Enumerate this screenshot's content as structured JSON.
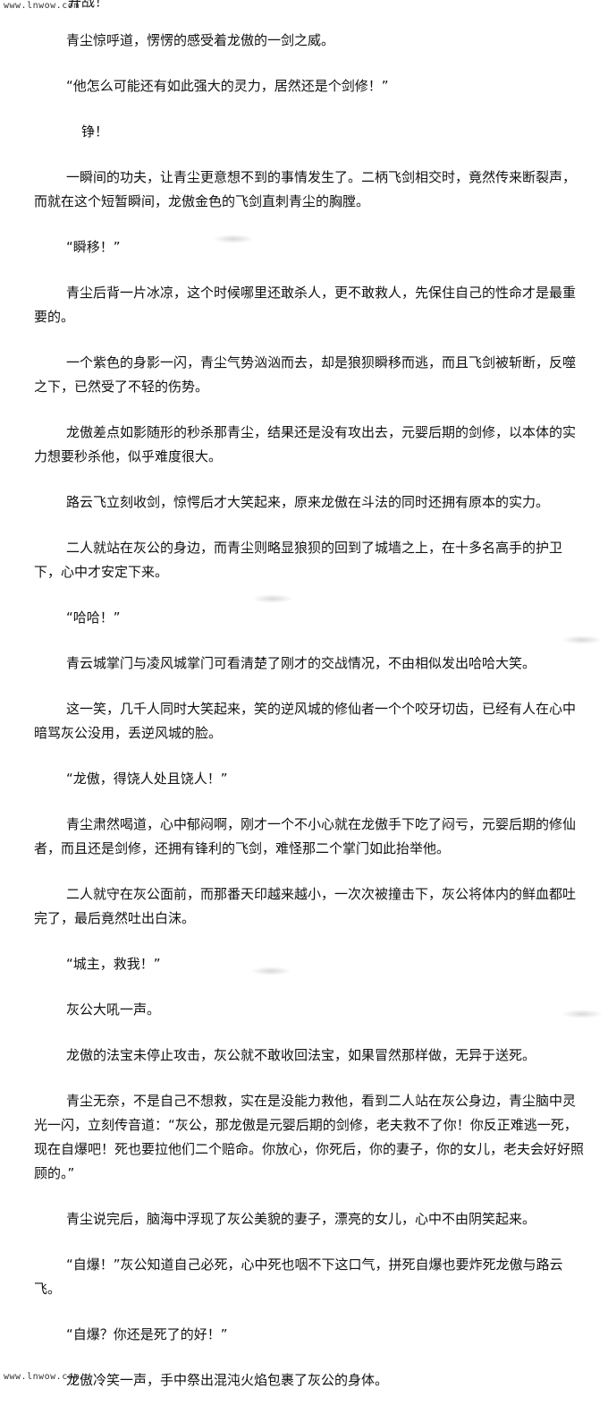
{
  "watermark": {
    "top": "www.lnwow.com",
    "bottom": "www.lnwow.com"
  },
  "top_fragment": "开战！",
  "paragraphs": [
    "青尘惊呼道，愣愣的感受着龙傲的一剑之威。",
    "“他怎么可能还有如此强大的灵力，居然还是个剑修！”",
    "铮！",
    "一瞬间的功夫，让青尘更意想不到的事情发生了。二柄飞剑相交时，竟然传来断裂声，而就在这个短暂瞬间，龙傲金色的飞剑直刺青尘的胸膛。",
    "“瞬移！”",
    "青尘后背一片冰凉，这个时候哪里还敢杀人，更不敢救人，先保住自己的性命才是最重要的。",
    "一个紫色的身影一闪，青尘气势汹汹而去，却是狼狈瞬移而逃，而且飞剑被斩断，反噬之下，已然受了不轻的伤势。",
    "龙傲差点如影随形的秒杀那青尘，结果还是没有攻出去，元婴后期的剑修，以本体的实力想要秒杀他，似乎难度很大。",
    "路云飞立刻收剑，惊愕后才大笑起来，原来龙傲在斗法的同时还拥有原本的实力。",
    "二人就站在灰公的身边，而青尘则略显狼狈的回到了城墙之上，在十多名高手的护卫下，心中才安定下来。",
    "“哈哈！”",
    "青云城掌门与凌风城掌门可看清楚了刚才的交战情况，不由相似发出哈哈大笑。",
    "这一笑，几千人同时大笑起来，笑的逆风城的修仙者一个个咬牙切齿，已经有人在心中暗骂灰公没用，丢逆风城的脸。",
    "“龙傲，得饶人处且饶人！”",
    "青尘肃然喝道，心中郁闷啊，刚才一个不小心就在龙傲手下吃了闷亏，元婴后期的修仙者，而且还是剑修，还拥有锋利的飞剑，难怪那二个掌门如此抬举他。",
    "二人就守在灰公面前，而那番天印越来越小，一次次被撞击下，灰公将体内的鲜血都吐完了，最后竟然吐出白沫。",
    "“城主，救我！”",
    "灰公大吼一声。",
    "龙傲的法宝未停止攻击，灰公就不敢收回法宝，如果冒然那样做，无异于送死。",
    "青尘无奈，不是自己不想救，实在是没能力救他，看到二人站在灰公身边，青尘脑中灵光一闪，立刻传音道：“灰公，那龙傲是元婴后期的剑修，老夫救不了你！你反正难逃一死，现在自爆吧！死也要拉他们二个赔命。你放心，你死后，你的妻子，你的女儿，老夫会好好照顾的。”",
    "青尘说完后，脑海中浮现了灰公美貌的妻子，漂亮的女儿，心中不由阴笑起来。",
    "“自爆！”灰公知道自己必死，心中死也咽不下这口气，拼死自爆也要炸死龙傲与路云飞。",
    "“自爆？你还是死了的好！”",
    "龙傲冷笑一声，手中祭出混沌火焰包裹了灰公的身体。"
  ]
}
